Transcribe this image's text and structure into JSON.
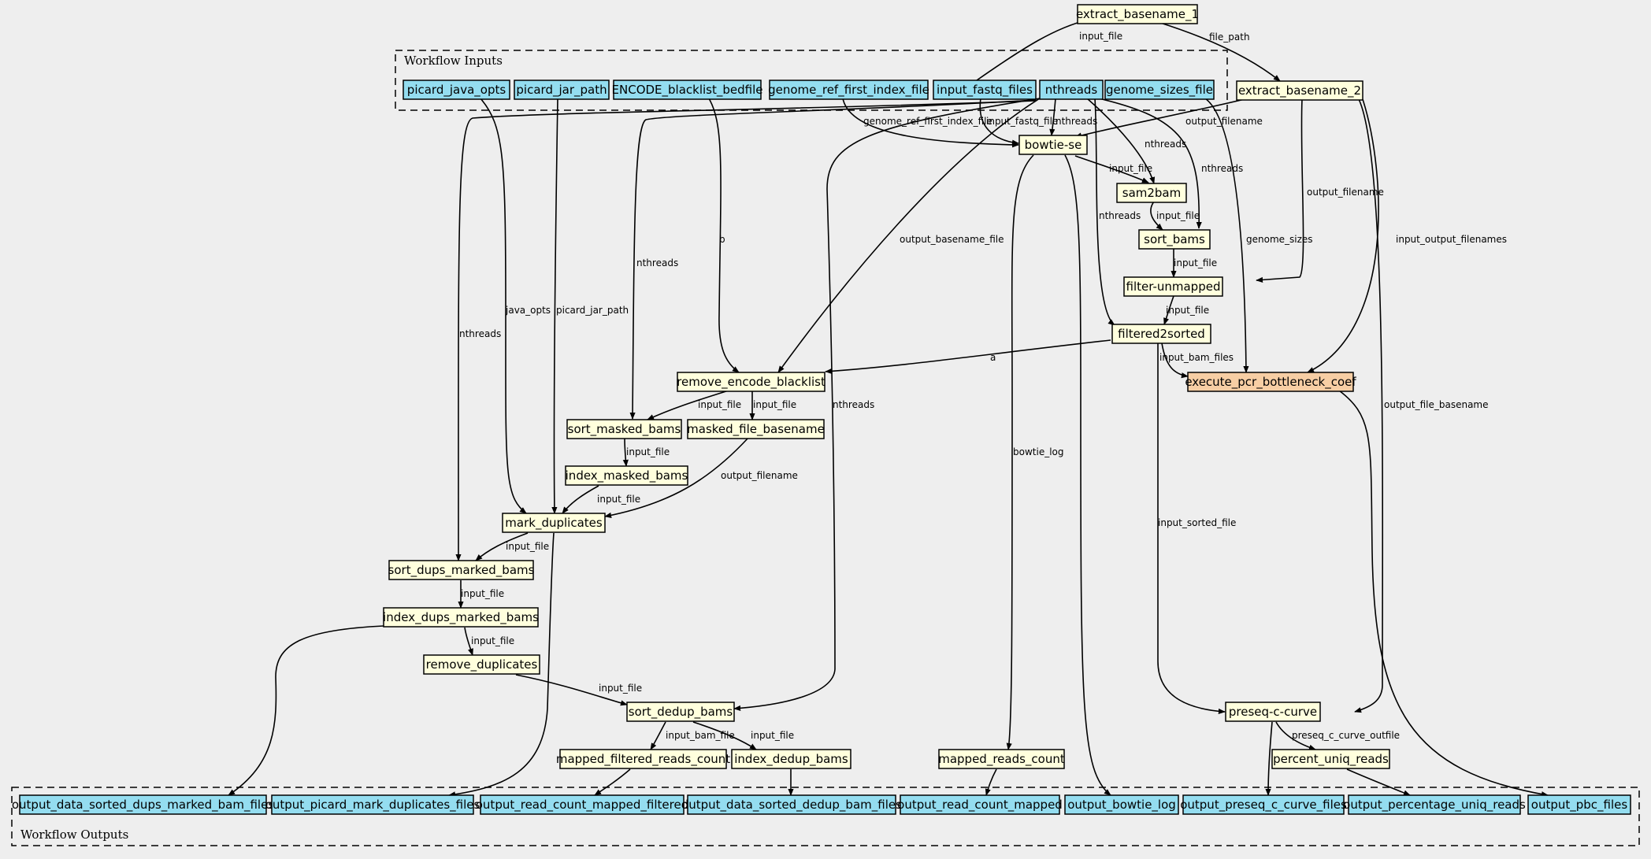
{
  "clusters": {
    "inputs": "Workflow Inputs",
    "outputs": "Workflow Outputs"
  },
  "colors": {
    "io": "#94ddf0",
    "step": "#ffffdd",
    "highlight": "#f7cea4",
    "background": "#eeeeee"
  },
  "nodes": {
    "picard_java_opts": "picard_java_opts",
    "picard_jar_path": "picard_jar_path",
    "encode_blacklist_bedfile": "ENCODE_blacklist_bedfile",
    "genome_ref_first_index_file": "genome_ref_first_index_file",
    "input_fastq_files": "input_fastq_files",
    "nthreads": "nthreads",
    "genome_sizes_file": "genome_sizes_file",
    "extract_basename_1": "extract_basename_1",
    "extract_basename_2": "extract_basename_2",
    "bowtie_se": "bowtie-se",
    "sam2bam": "sam2bam",
    "sort_bams": "sort_bams",
    "filter_unmapped": "filter-unmapped",
    "filtered2sorted": "filtered2sorted",
    "execute_pcr_bottleneck_coef": "execute_pcr_bottleneck_coef",
    "remove_encode_blacklist": "remove_encode_blacklist",
    "sort_masked_bams": "sort_masked_bams",
    "masked_file_basename": "masked_file_basename",
    "index_masked_bams": "index_masked_bams",
    "mark_duplicates": "mark_duplicates",
    "sort_dups_marked_bams": "sort_dups_marked_bams",
    "index_dups_marked_bams": "index_dups_marked_bams",
    "remove_duplicates": "remove_duplicates",
    "sort_dedup_bams": "sort_dedup_bams",
    "mapped_filtered_reads_count": "mapped_filtered_reads_count",
    "index_dedup_bams": "index_dedup_bams",
    "mapped_reads_count": "mapped_reads_count",
    "preseq_c_curve": "preseq-c-curve",
    "percent_uniq_reads": "percent_uniq_reads",
    "output_data_sorted_dups_marked_bam_files": "output_data_sorted_dups_marked_bam_files",
    "output_picard_mark_duplicates_files": "output_picard_mark_duplicates_files",
    "output_read_count_mapped_filtered": "output_read_count_mapped_filtered",
    "output_data_sorted_dedup_bam_files": "output_data_sorted_dedup_bam_files",
    "output_read_count_mapped": "output_read_count_mapped",
    "output_bowtie_log": "output_bowtie_log",
    "output_preseq_c_curve_files": "output_preseq_c_curve_files",
    "output_percentage_uniq_reads": "output_percentage_uniq_reads",
    "output_pbc_files": "output_pbc_files"
  },
  "edge_labels": {
    "input_file_eb1": "input_file",
    "file_path": "file_path",
    "genome_ref_first_index_file": "genome_ref_first_index_file",
    "input_fastq_file": "input_fastq_file",
    "nthreads_bowtie": "nthreads",
    "output_filename_bowtie": "output_filename",
    "nthreads_sam2bam": "nthreads",
    "input_file_sam2bam": "input_file",
    "nthreads_sortbams": "nthreads",
    "input_file_sortbams": "input_file",
    "output_filename_filter": "output_filename",
    "input_file_filter": "input_file",
    "nthreads_f2s": "nthreads",
    "input_file_f2s": "input_file",
    "genome_sizes": "genome_sizes",
    "input_output_filenames": "input_output_filenames",
    "input_bam_files": "input_bam_files",
    "output_basename_file": "output_basename_file",
    "a": "a",
    "b": "b",
    "nthreads_sortmasked": "nthreads",
    "input_file_sortmasked": "input_file",
    "input_file_maskedbase": "input_file",
    "input_file_indexmasked": "input_file",
    "java_opts": "java_opts",
    "picard_jar_path": "picard_jar_path",
    "input_file_markdup": "input_file",
    "output_filename_markdup": "output_filename",
    "nthreads_sortdups": "nthreads",
    "input_file_sortdups": "input_file",
    "input_file_indexdups": "input_file",
    "input_file_removedup": "input_file",
    "nthreads_sortdedup": "nthreads",
    "input_file_sortdedup": "input_file",
    "input_bam_file": "input_bam_file",
    "input_file_indexdedup": "input_file",
    "bowtie_log": "bowtie_log",
    "input_sorted_file": "input_sorted_file",
    "output_file_basename": "output_file_basename",
    "preseq_c_curve_outfile": "preseq_c_curve_outfile"
  }
}
